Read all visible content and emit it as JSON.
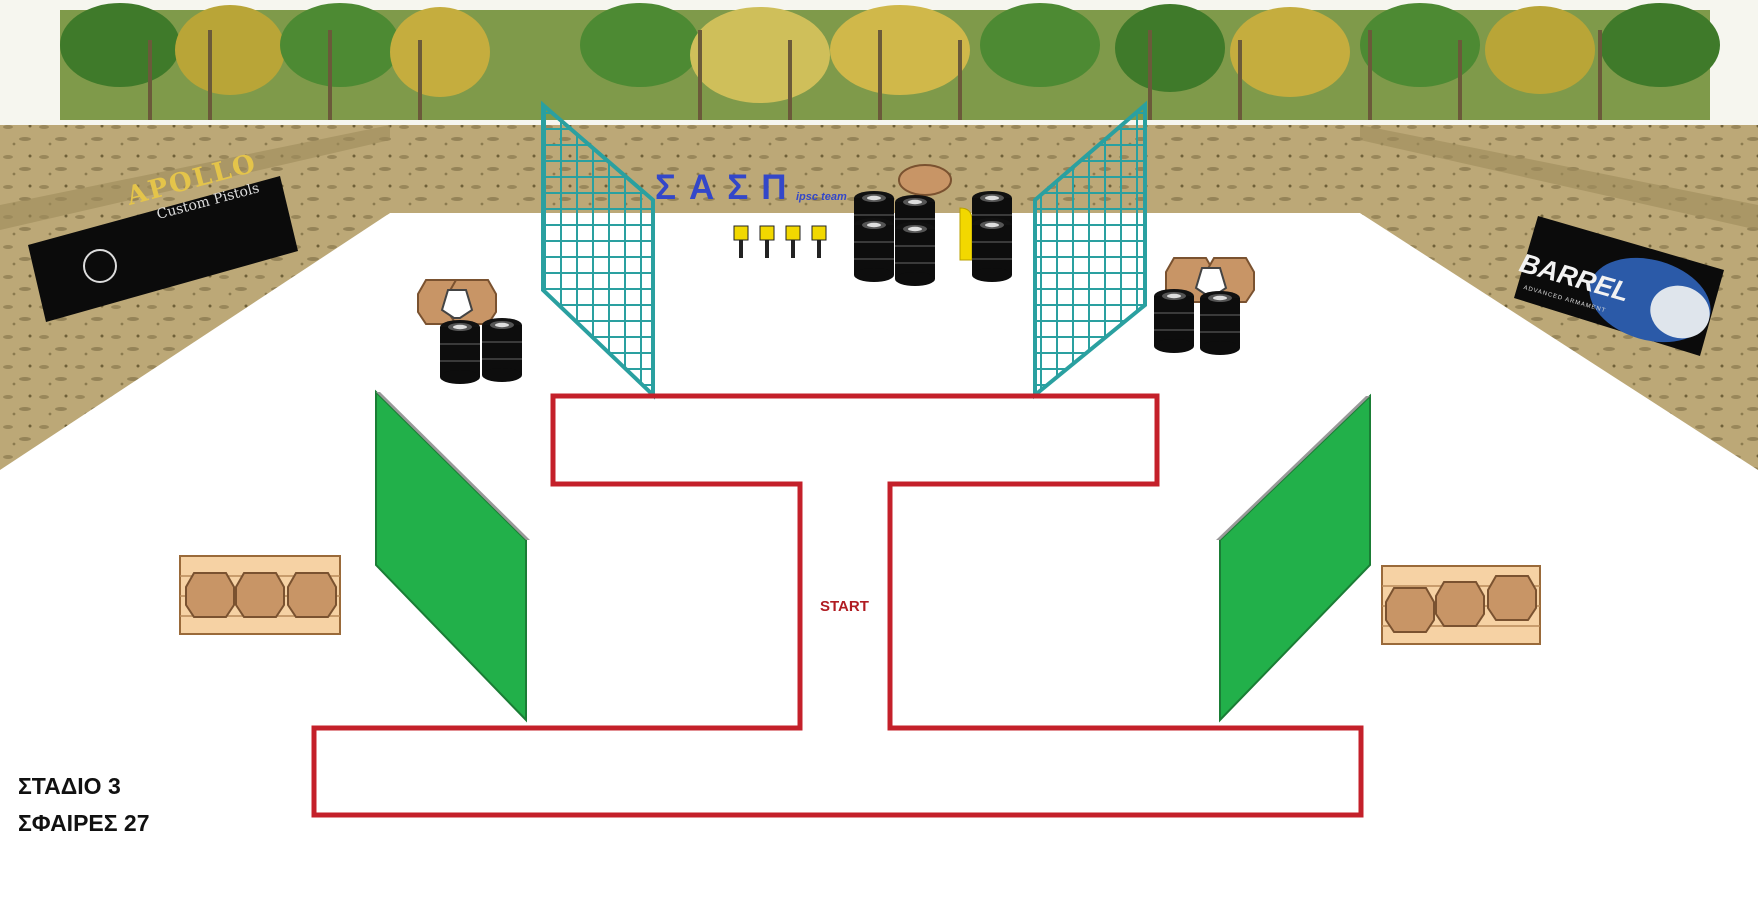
{
  "stage": {
    "title": "ΣΤΑΔΙΟ 3",
    "rounds": "ΣΦΑΙΡΕΣ 27"
  },
  "start_label": "START",
  "club": {
    "name": "ΣΑΣΠ",
    "subtitle": "ipsc team"
  },
  "sponsors": {
    "apollo": {
      "name": "APOLLO",
      "sub": "Custom Pistols"
    },
    "barrel": {
      "name": "BARREL",
      "sub": "ADVANCED ARMAMENT"
    }
  },
  "colors": {
    "start_box": "#c4202a",
    "wall_green": "#22b04a",
    "fence_teal": "#2aa0a0",
    "berm": "#b8a572",
    "target_tan": "#c89566",
    "club_blue": "#3347c9"
  }
}
